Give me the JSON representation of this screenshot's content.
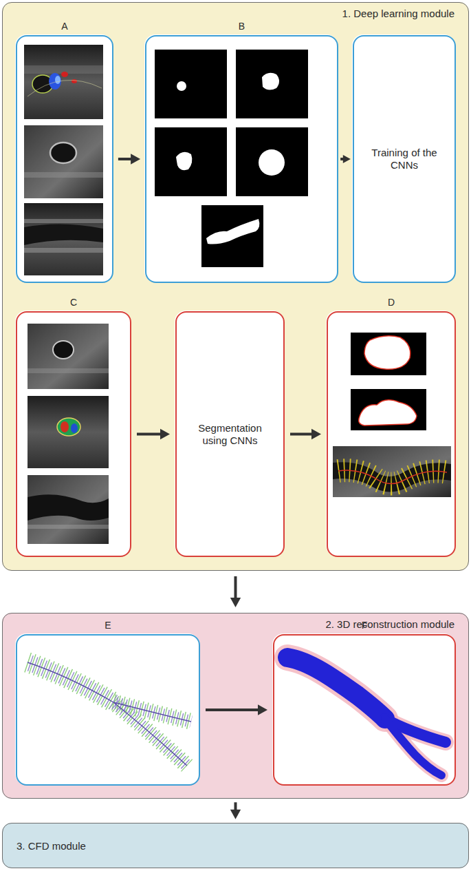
{
  "diagram": {
    "nodes": [
      {
        "text": [
          "1. Deep learning module"
        ]
      },
      {
        "text": [
          "A"
        ],
        "in": 0
      },
      {
        "text": [
          "B"
        ],
        "in": 0
      },
      {
        "text": [
          "Training of the CNNs"
        ],
        "in": 0
      },
      {
        "text": [
          "C"
        ],
        "in": 0
      },
      {
        "text": [
          "Segmentation using CNNs"
        ],
        "in": 0
      },
      {
        "text": [
          "D"
        ],
        "in": 0
      },
      {
        "text": [
          "2. 3D reconstruction module"
        ]
      },
      {
        "text": [
          "E"
        ],
        "in": 7
      },
      {
        "text": [
          "F"
        ],
        "in": 7
      },
      {
        "text": [
          "3. CFD module"
        ]
      }
    ],
    "edges": [
      {
        "from": 1,
        "to": 2,
        "arrow": "to"
      },
      {
        "from": 2,
        "to": 3,
        "arrow": "to"
      },
      {
        "from": 4,
        "to": 5,
        "arrow": "to"
      },
      {
        "from": 5,
        "to": 6,
        "arrow": "to"
      },
      {
        "from": 0,
        "to": 7,
        "arrow": "to"
      },
      {
        "from": 8,
        "to": 9,
        "arrow": "to"
      },
      {
        "from": 7,
        "to": 10,
        "arrow": "to"
      }
    ]
  }
}
